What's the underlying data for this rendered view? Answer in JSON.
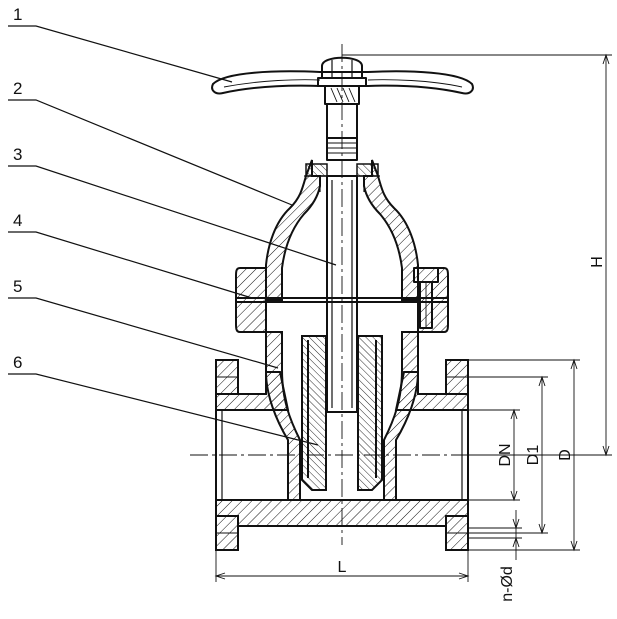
{
  "parts": [
    {
      "id": "1"
    },
    {
      "id": "2"
    },
    {
      "id": "3"
    },
    {
      "id": "4"
    },
    {
      "id": "5"
    },
    {
      "id": "6"
    }
  ],
  "dimensions": {
    "height": "H",
    "nominal_diameter": "DN",
    "bolt_circle": "D1",
    "flange_diameter": "D",
    "length": "L",
    "bolt_holes": "n-Ød"
  },
  "colors": {
    "ink": "#111111",
    "background": "#ffffff"
  }
}
